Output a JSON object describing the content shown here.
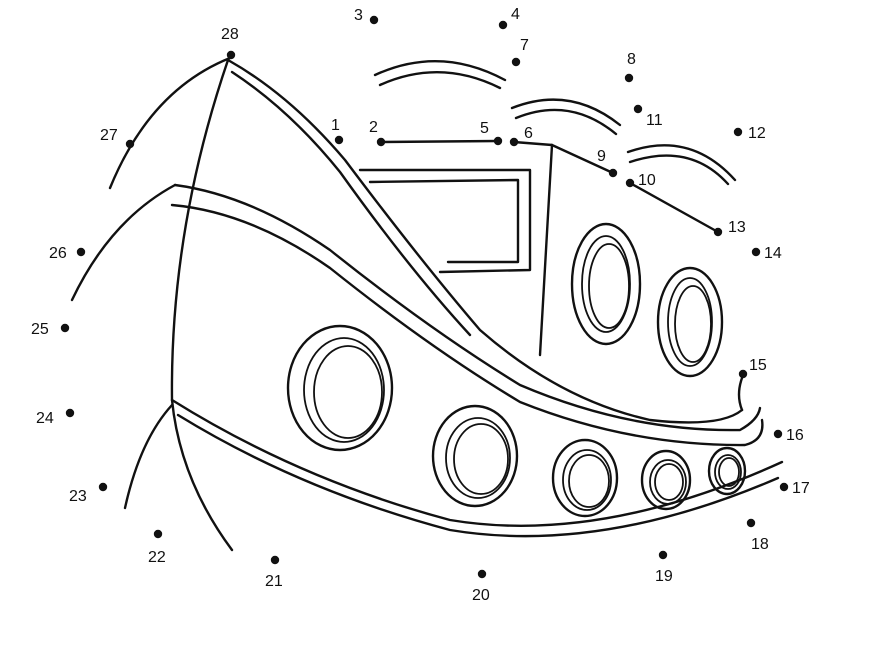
{
  "puzzle": {
    "type": "connect-the-dots",
    "subject": "ship",
    "ink_color": "#111111",
    "background_color": "#ffffff",
    "dots": [
      {
        "n": "1"
      },
      {
        "n": "2"
      },
      {
        "n": "3"
      },
      {
        "n": "4"
      },
      {
        "n": "5"
      },
      {
        "n": "6"
      },
      {
        "n": "7"
      },
      {
        "n": "8"
      },
      {
        "n": "9"
      },
      {
        "n": "10"
      },
      {
        "n": "11"
      },
      {
        "n": "12"
      },
      {
        "n": "13"
      },
      {
        "n": "14"
      },
      {
        "n": "15"
      },
      {
        "n": "16"
      },
      {
        "n": "17"
      },
      {
        "n": "18"
      },
      {
        "n": "19"
      },
      {
        "n": "20"
      },
      {
        "n": "21"
      },
      {
        "n": "22"
      },
      {
        "n": "23"
      },
      {
        "n": "24"
      },
      {
        "n": "25"
      },
      {
        "n": "26"
      },
      {
        "n": "27"
      },
      {
        "n": "28"
      }
    ]
  }
}
